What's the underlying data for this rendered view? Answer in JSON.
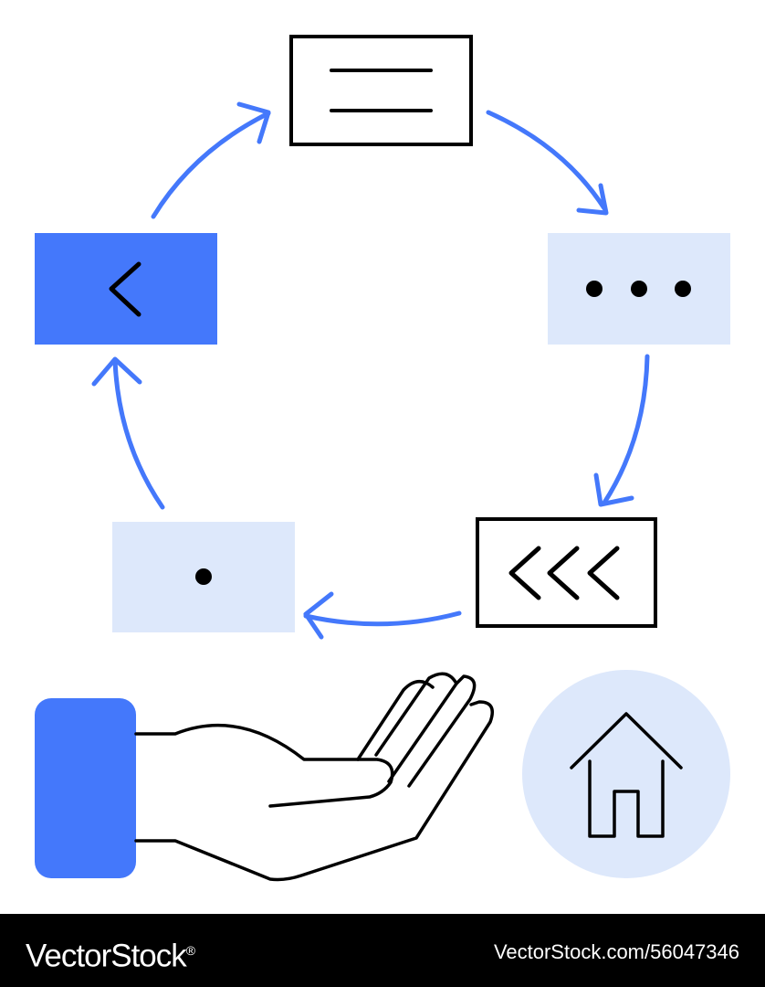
{
  "colors": {
    "accent": "#4478fb",
    "light": "#dde8fb",
    "ink": "#000000",
    "paper": "#ffffff"
  },
  "cycle": {
    "nodes": [
      {
        "name": "menu",
        "icon": "menu-lines-icon",
        "style": "outlined"
      },
      {
        "name": "more",
        "icon": "more-dots-icon",
        "style": "light-filled"
      },
      {
        "name": "rewind",
        "icon": "triple-chevron-left-icon",
        "style": "outlined"
      },
      {
        "name": "dot",
        "icon": "single-dot-icon",
        "style": "light-filled"
      },
      {
        "name": "back",
        "icon": "chevron-left-icon",
        "style": "accent-filled"
      }
    ],
    "direction": "clockwise"
  },
  "bottom_icons": {
    "hand": "open-hand-icon",
    "home": "home-icon"
  },
  "footer": {
    "brand": "VectorStock",
    "registered": "®",
    "stock_id": "VectorStock.com/56047346"
  }
}
